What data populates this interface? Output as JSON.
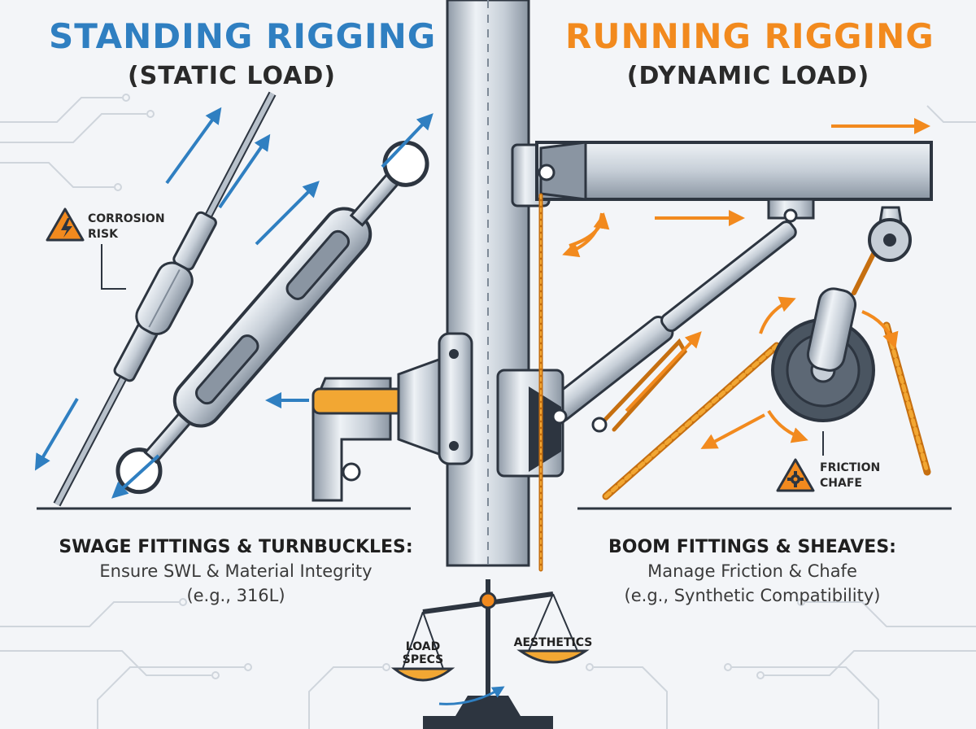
{
  "left": {
    "title": "STANDING RIGGING",
    "subtitle": "(STATIC LOAD)",
    "callout": {
      "line1": "CORROSION",
      "line2": "RISK"
    },
    "caption": {
      "heading": "SWAGE FITTINGS & TURNBUCKLES:",
      "line1": "Ensure SWL & Material Integrity",
      "line2": "(e.g., 316L)"
    }
  },
  "right": {
    "title": "RUNNING RIGGING",
    "subtitle": "(DYNAMIC LOAD)",
    "callout": {
      "line1": "FRICTION",
      "line2": "CHAFE"
    },
    "caption": {
      "heading": "BOOM FITTINGS & SHEAVES:",
      "line1": "Manage Friction & Chafe",
      "line2": "(e.g., Synthetic Compatibility)"
    }
  },
  "scale": {
    "left_label": [
      "LOAD",
      "SPECS"
    ],
    "right_label": "AESTHETICS"
  },
  "icons": [
    "warning-triangle-icon",
    "lightning-bolt-icon",
    "gear-icon",
    "balance-scale-icon"
  ],
  "colors": {
    "blue": "#2f7fc1",
    "orange": "#f28a1e",
    "steel": "#c9d0d8",
    "dark": "#2d3540"
  }
}
